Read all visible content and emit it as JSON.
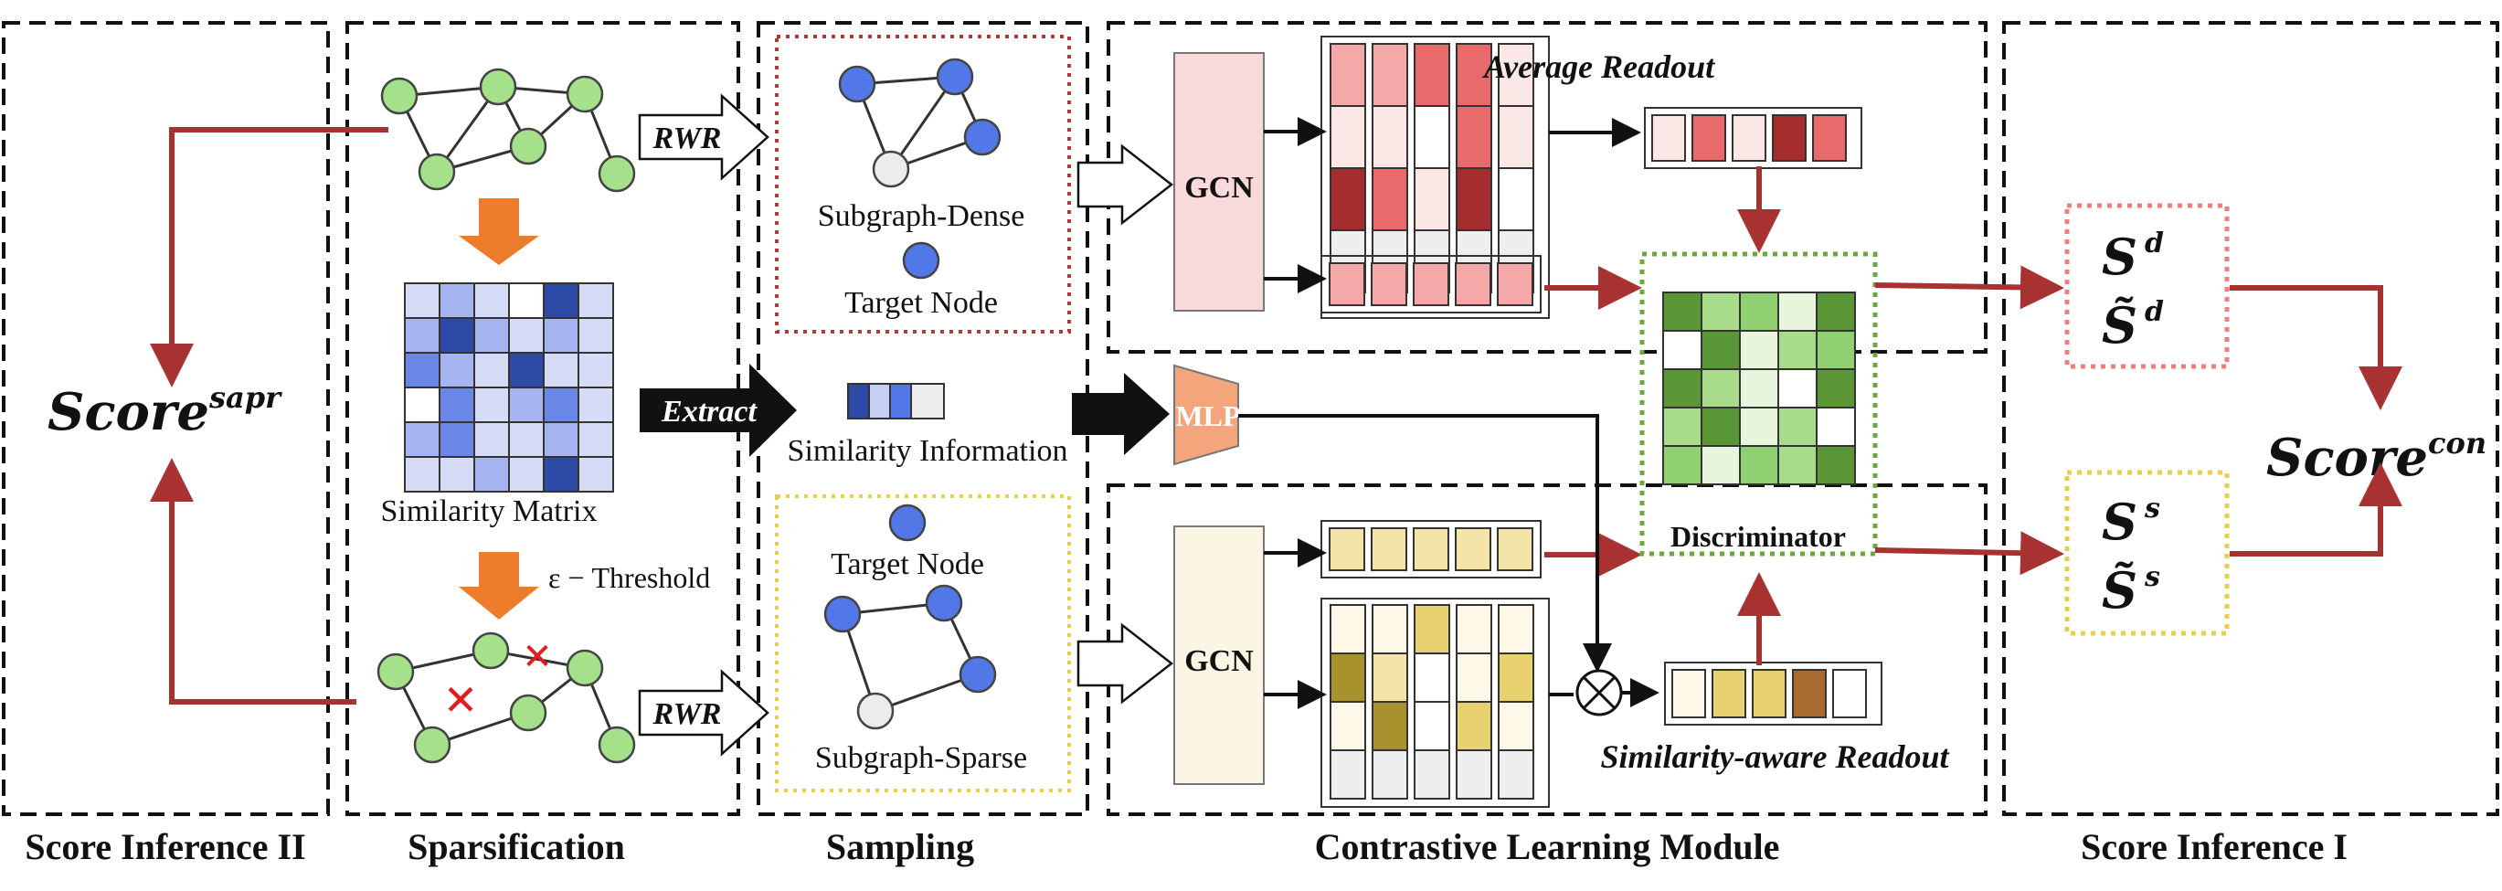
{
  "sections": {
    "score_inference_2": "Score Inference II",
    "sparsification": "Sparsification",
    "sampling": "Sampling",
    "contrastive": "Contrastive Learning Module",
    "score_inference_1": "Score Inference I"
  },
  "labels": {
    "score_sapr_base": "Score",
    "score_sapr_sup": "sapr",
    "score_con_base": "Score",
    "score_con_sup": "con",
    "similarity_matrix": "Similarity Matrix",
    "threshold": "ε − Threshold",
    "rwr_top": "RWR",
    "rwr_bottom": "RWR",
    "extract": "Extract",
    "subgraph_dense": "Subgraph-Dense",
    "target_node_top": "Target Node",
    "similarity_information": "Similarity Information",
    "target_node_bottom": "Target Node",
    "subgraph_sparse": "Subgraph-Sparse",
    "gcn_top": "GCN",
    "gcn_bottom": "GCN",
    "mlp": "MLP",
    "average_readout": "Average Readout",
    "similarity_aware_readout": "Similarity-aware Readout",
    "discriminator": "Discriminator",
    "s_base": "S",
    "s_tilde_base": "S̃",
    "sup_d": "d",
    "sup_s": "s",
    "cross_op": "⊗",
    "cross_mark": "✕"
  },
  "colors": {
    "red_arrow": "#a83232",
    "orange_arrow": "#ee7d2b",
    "node_green": "#a5e08a",
    "node_blue": "#5277e6",
    "node_gray": "#ececec",
    "dense_border": "#b03a3a",
    "sparse_border": "#e8cf4a",
    "discriminator_border": "#6aa83a",
    "gcn_top_fill": "#f8dadb",
    "gcn_bottom_fill": "#fbf6e4",
    "mlp_fill": "#f3a57c"
  },
  "icons": {
    "cross_operator": "circled-times-icon",
    "removed_edge": "red-x-icon"
  }
}
